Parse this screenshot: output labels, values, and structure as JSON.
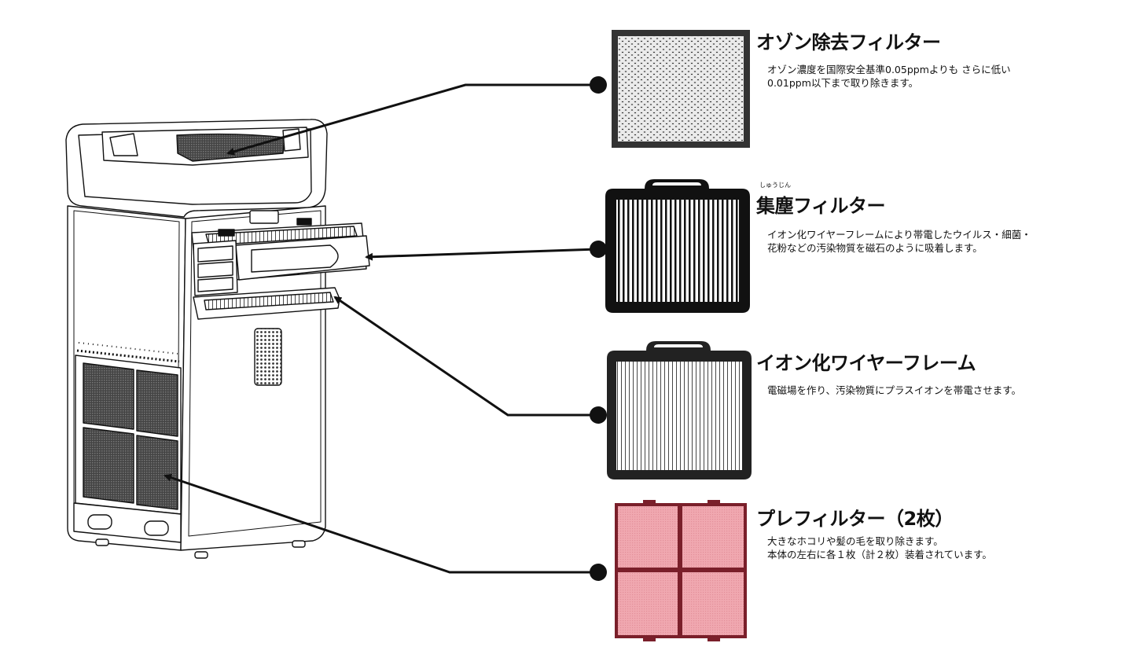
{
  "filters": [
    {
      "id": "ozone",
      "title": "オゾン除去フィルター",
      "desc": [
        "オゾン濃度を国際安全基準0.05ppmよりも さらに低い",
        "0.01ppm以下まで取り除きます。"
      ],
      "icon": "honeycomb-filter-icon"
    },
    {
      "id": "dust",
      "ruby": "しゅうじん",
      "title": "集塵フィルター",
      "desc": [
        "イオン化ワイヤーフレームにより帯電したウイルス・細菌・",
        "花粉などの汚染物質を磁石のように吸着します。"
      ],
      "icon": "pleated-filter-icon"
    },
    {
      "id": "ionizer",
      "title": "イオン化ワイヤーフレーム",
      "desc": [
        "電磁場を作り、汚染物質にプラスイオンを帯電させます。"
      ],
      "icon": "wire-frame-icon"
    },
    {
      "id": "pre",
      "title": "プレフィルター（2枚）",
      "desc": [
        "大きなホコリや髪の毛を取り除きます。",
        "本体の左右に各１枚（計２枚）装着されています。"
      ],
      "icon": "pre-filter-icon"
    }
  ],
  "colors": {
    "ink": "#111111",
    "honeycomb": "#333333",
    "prefilter_fill": "#f0a8b0",
    "prefilter_frame": "#7a1f2a"
  }
}
